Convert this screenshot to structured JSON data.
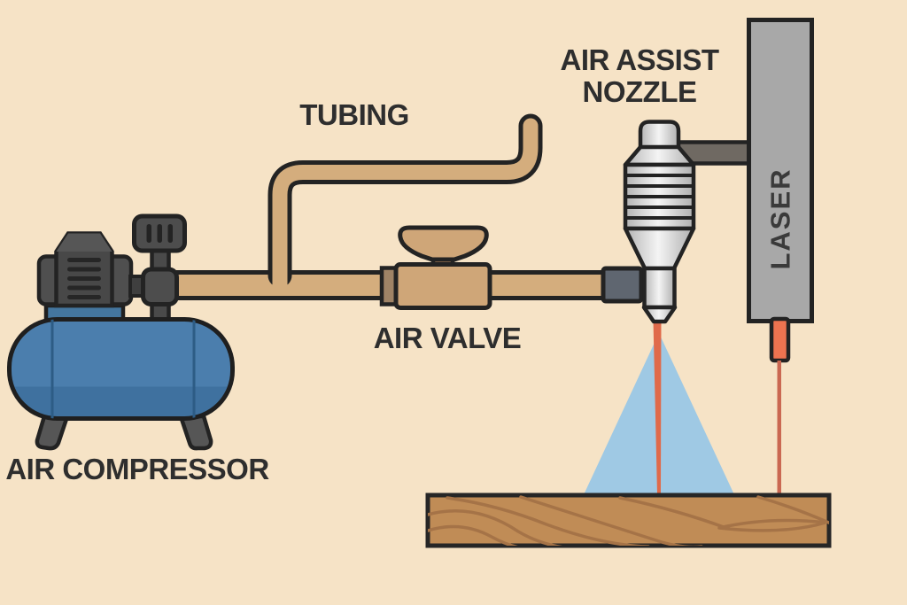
{
  "diagram": {
    "title": "Laser cutter air assist setup diagram",
    "background_color": "#f6e3c6",
    "outline_color": "#232323",
    "labels": {
      "tubing": "TUBING",
      "air_assist_line1": "AIR ASSIST",
      "air_assist_line2": "NOZZLE",
      "air_valve": "AIR VALVE",
      "air_compressor": "AIR COMPRESSOR",
      "laser": "LASER"
    },
    "colors": {
      "tubing_tan": "#d4ad7d",
      "valve_tan": "#cfa678",
      "valve_collar_brown": "#9f8366",
      "tank_blue": "#4b7ead",
      "tank_blue_dark": "#3f719f",
      "machine_gray": "#a8a8a8",
      "dark_gray": "#4d4d4d",
      "bracket_gray": "#6f6962",
      "connector_gray": "#5f6670",
      "air_cone_blue": "#9fc9e4",
      "beam_orange": "#e06a4a",
      "beam_red": "#ca6852",
      "emitter_orange": "#ed7350",
      "wood_brown": "#c08c56",
      "wood_grain": "#a57347",
      "label_text": "#2e2e2e"
    }
  }
}
